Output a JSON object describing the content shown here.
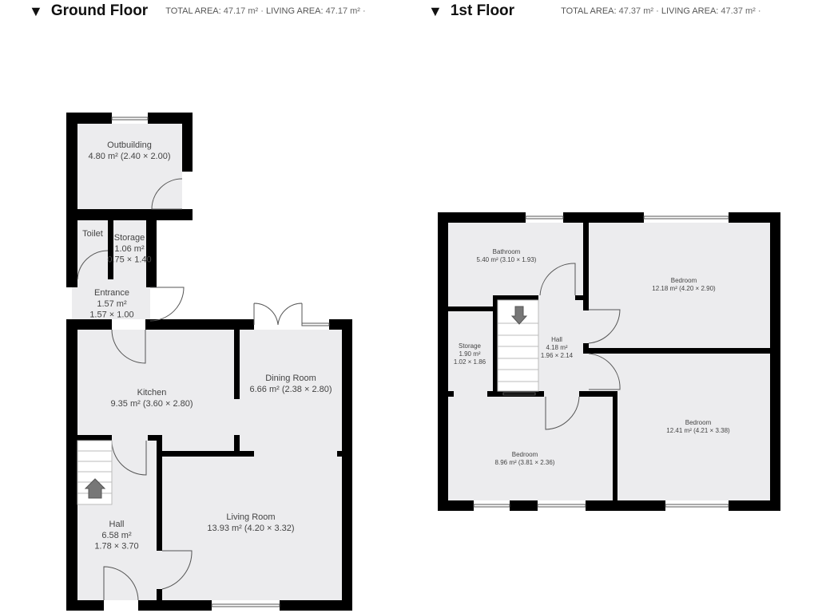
{
  "floors": [
    {
      "name": "Ground Floor",
      "total_area_label": "TOTAL AREA:",
      "total_area": "47.17 m²",
      "living_area_label": "LIVING AREA:",
      "living_area": "47.17 m²",
      "rooms": [
        {
          "name": "Outbuilding",
          "lines": [
            "Outbuilding",
            "4.80 m² (2.40 × 2.00)"
          ]
        },
        {
          "name": "Toilet",
          "lines": [
            "Toilet"
          ]
        },
        {
          "name": "Storage",
          "lines": [
            "Storage",
            "1.06 m²",
            "0.75 × 1.40"
          ]
        },
        {
          "name": "Entrance",
          "lines": [
            "Entrance",
            "1.57 m²",
            "1.57 × 1.00"
          ]
        },
        {
          "name": "Kitchen",
          "lines": [
            "Kitchen",
            "9.35 m² (3.60 × 2.80)"
          ]
        },
        {
          "name": "Dining Room",
          "lines": [
            "Dining Room",
            "6.66 m² (2.38 × 2.80)"
          ]
        },
        {
          "name": "Living Room",
          "lines": [
            "Living Room",
            "13.93 m² (4.20 × 3.32)"
          ]
        },
        {
          "name": "Hall",
          "lines": [
            "Hall",
            "6.58 m²",
            "1.78 × 3.70"
          ]
        }
      ]
    },
    {
      "name": "1st Floor",
      "total_area_label": "TOTAL AREA:",
      "total_area": "47.37 m²",
      "living_area_label": "LIVING AREA:",
      "living_area": "47.37 m²",
      "rooms": [
        {
          "name": "Bathroom",
          "lines": [
            "Bathroom",
            "5.40 m² (3.10 × 1.93)"
          ]
        },
        {
          "name": "Bedroom",
          "lines": [
            "Bedroom",
            "12.18 m² (4.20 × 2.90)"
          ]
        },
        {
          "name": "Storage",
          "lines": [
            "Storage",
            "1.90 m²",
            "1.02 × 1.86"
          ]
        },
        {
          "name": "Hall",
          "lines": [
            "Hall",
            "4.18 m²",
            "1.96 × 2.14"
          ]
        },
        {
          "name": "Bedroom",
          "lines": [
            "Bedroom",
            "12.41 m² (4.21 × 3.38)"
          ]
        },
        {
          "name": "Bedroom",
          "lines": [
            "Bedroom",
            "8.96 m² (3.81 × 2.36)"
          ]
        }
      ]
    }
  ],
  "colors": {
    "wall": "#000000",
    "floor": "#ececee",
    "text": "#444444",
    "stair_arrow": "#777777"
  }
}
